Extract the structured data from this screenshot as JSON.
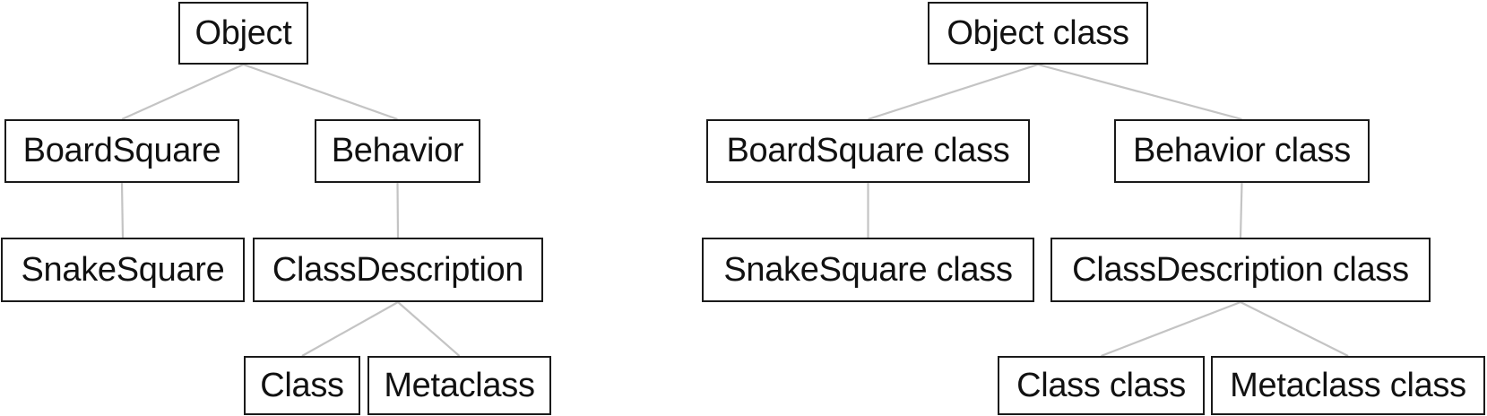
{
  "left_tree": {
    "object": "Object",
    "boardsquare": "BoardSquare",
    "behavior": "Behavior",
    "snakesquare": "SnakeSquare",
    "classdescription": "ClassDescription",
    "class": "Class",
    "metaclass": "Metaclass"
  },
  "right_tree": {
    "object": "Object class",
    "boardsquare": "BoardSquare class",
    "behavior": "Behavior class",
    "snakesquare": "SnakeSquare class",
    "classdescription": "ClassDescription class",
    "class": "Class class",
    "metaclass": "Metaclass class"
  },
  "edges": [
    [
      "object",
      "boardsquare"
    ],
    [
      "object",
      "behavior"
    ],
    [
      "boardsquare",
      "snakesquare"
    ],
    [
      "behavior",
      "classdescription"
    ],
    [
      "classdescription",
      "class"
    ],
    [
      "classdescription",
      "metaclass"
    ]
  ],
  "colors": {
    "edge": "#c4c4c4",
    "box_border": "#1a1a1a",
    "text": "#111111",
    "background": "#ffffff"
  }
}
